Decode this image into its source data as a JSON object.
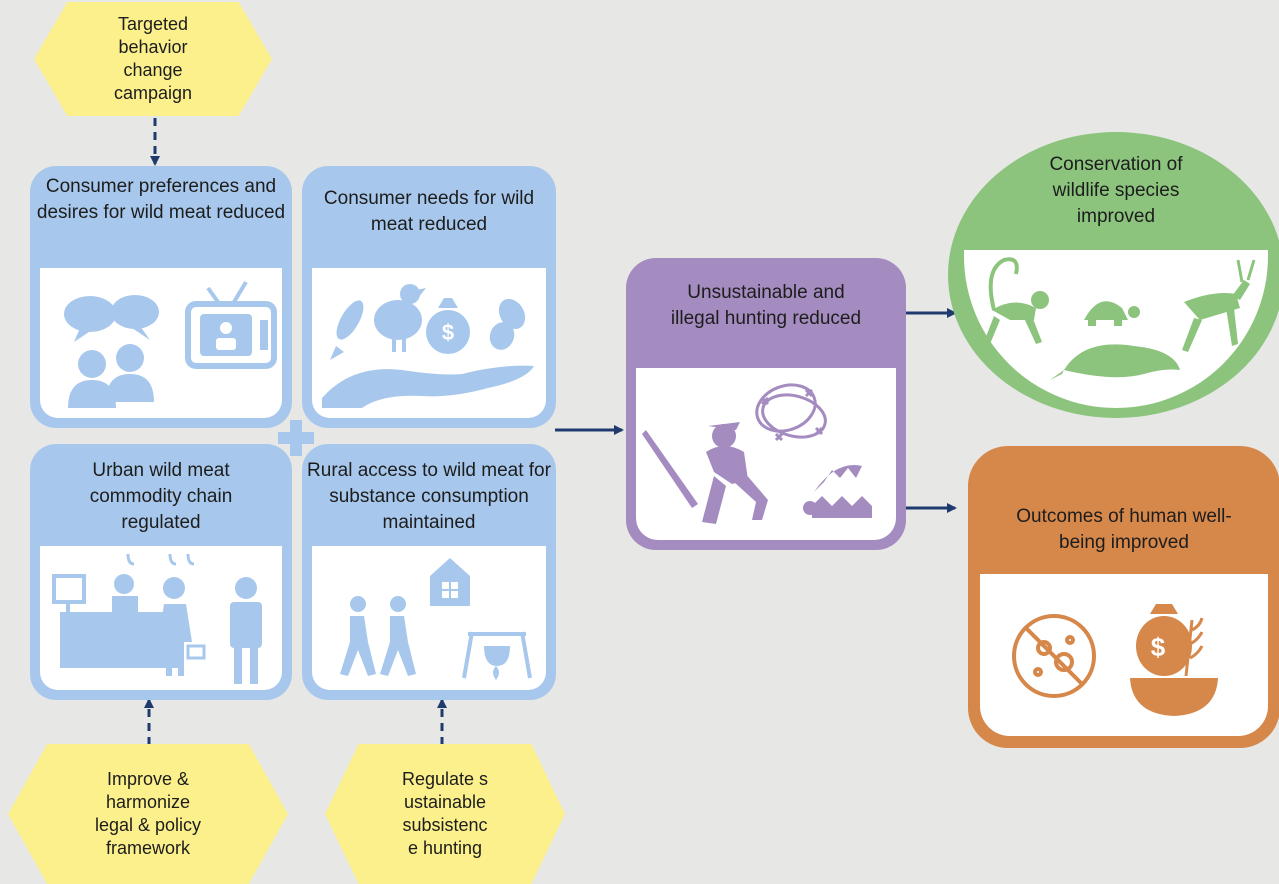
{
  "interventions": {
    "top": "Targeted behavior change campaign",
    "bottom_left": "Improve & harmonize legal & policy framework",
    "bottom_right": "Regulate sustainable subsistence hunting"
  },
  "strategies": {
    "preferences": "Consumer preferences and desires for wild meat reduced",
    "needs": "Consumer needs for wild meat reduced",
    "urban": "Urban wild meat commodity chain regulated",
    "rural": "Rural access to wild meat for substance consumption maintained"
  },
  "threat_reduction": "Unsustainable and illegal hunting reduced",
  "outcomes": {
    "conservation": "Conservation of wildlife species improved",
    "wellbeing": "Outcomes of human well-being improved"
  },
  "icons": {
    "preferences": [
      "speech-bubbles-icon",
      "people-icon",
      "television-icon"
    ],
    "needs": [
      "fish-icon",
      "chicken-icon",
      "money-bag-icon",
      "beans-icon",
      "hand-icon"
    ],
    "urban": [
      "market-stall-icon",
      "vendor-icon",
      "shopper-icon",
      "person-icon"
    ],
    "rural": [
      "walking-people-icon",
      "house-icon",
      "cooking-pot-icon"
    ],
    "threat": [
      "hunter-icon",
      "barbed-wire-icon",
      "trap-icon"
    ],
    "conservation": [
      "monkey-icon",
      "tortoise-icon",
      "antelope-icon",
      "pangolin-icon"
    ],
    "wellbeing": [
      "no-disease-icon",
      "money-food-icon"
    ]
  },
  "colors": {
    "intervention": "#fbf08c",
    "strategy": "#a7c8ec",
    "threat": "#a48cc0",
    "conservation": "#8cc47d",
    "wellbeing": "#d6874a",
    "arrow": "#1f3b6e"
  }
}
